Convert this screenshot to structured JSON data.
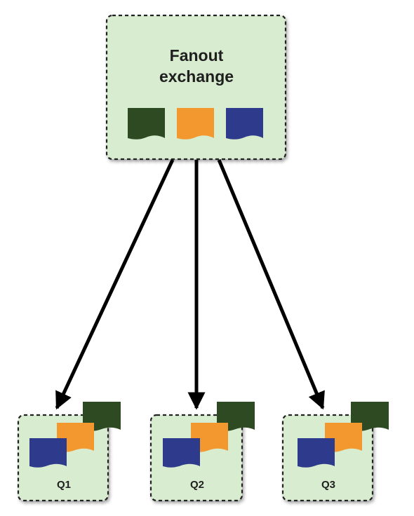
{
  "exchange": {
    "title_line1": "Fanout",
    "title_line2": "exchange",
    "messages": [
      {
        "color": "#2d4a22"
      },
      {
        "color": "#f3982f"
      },
      {
        "color": "#2e3b8c"
      }
    ]
  },
  "queues": [
    {
      "label": "Q1"
    },
    {
      "label": "Q2"
    },
    {
      "label": "Q3"
    }
  ],
  "colors": {
    "box_fill": "#d8ecd0",
    "box_border": "#222222",
    "arrow": "#000000",
    "message_green": "#2d4a22",
    "message_orange": "#f3982f",
    "message_blue": "#2e3b8c"
  }
}
